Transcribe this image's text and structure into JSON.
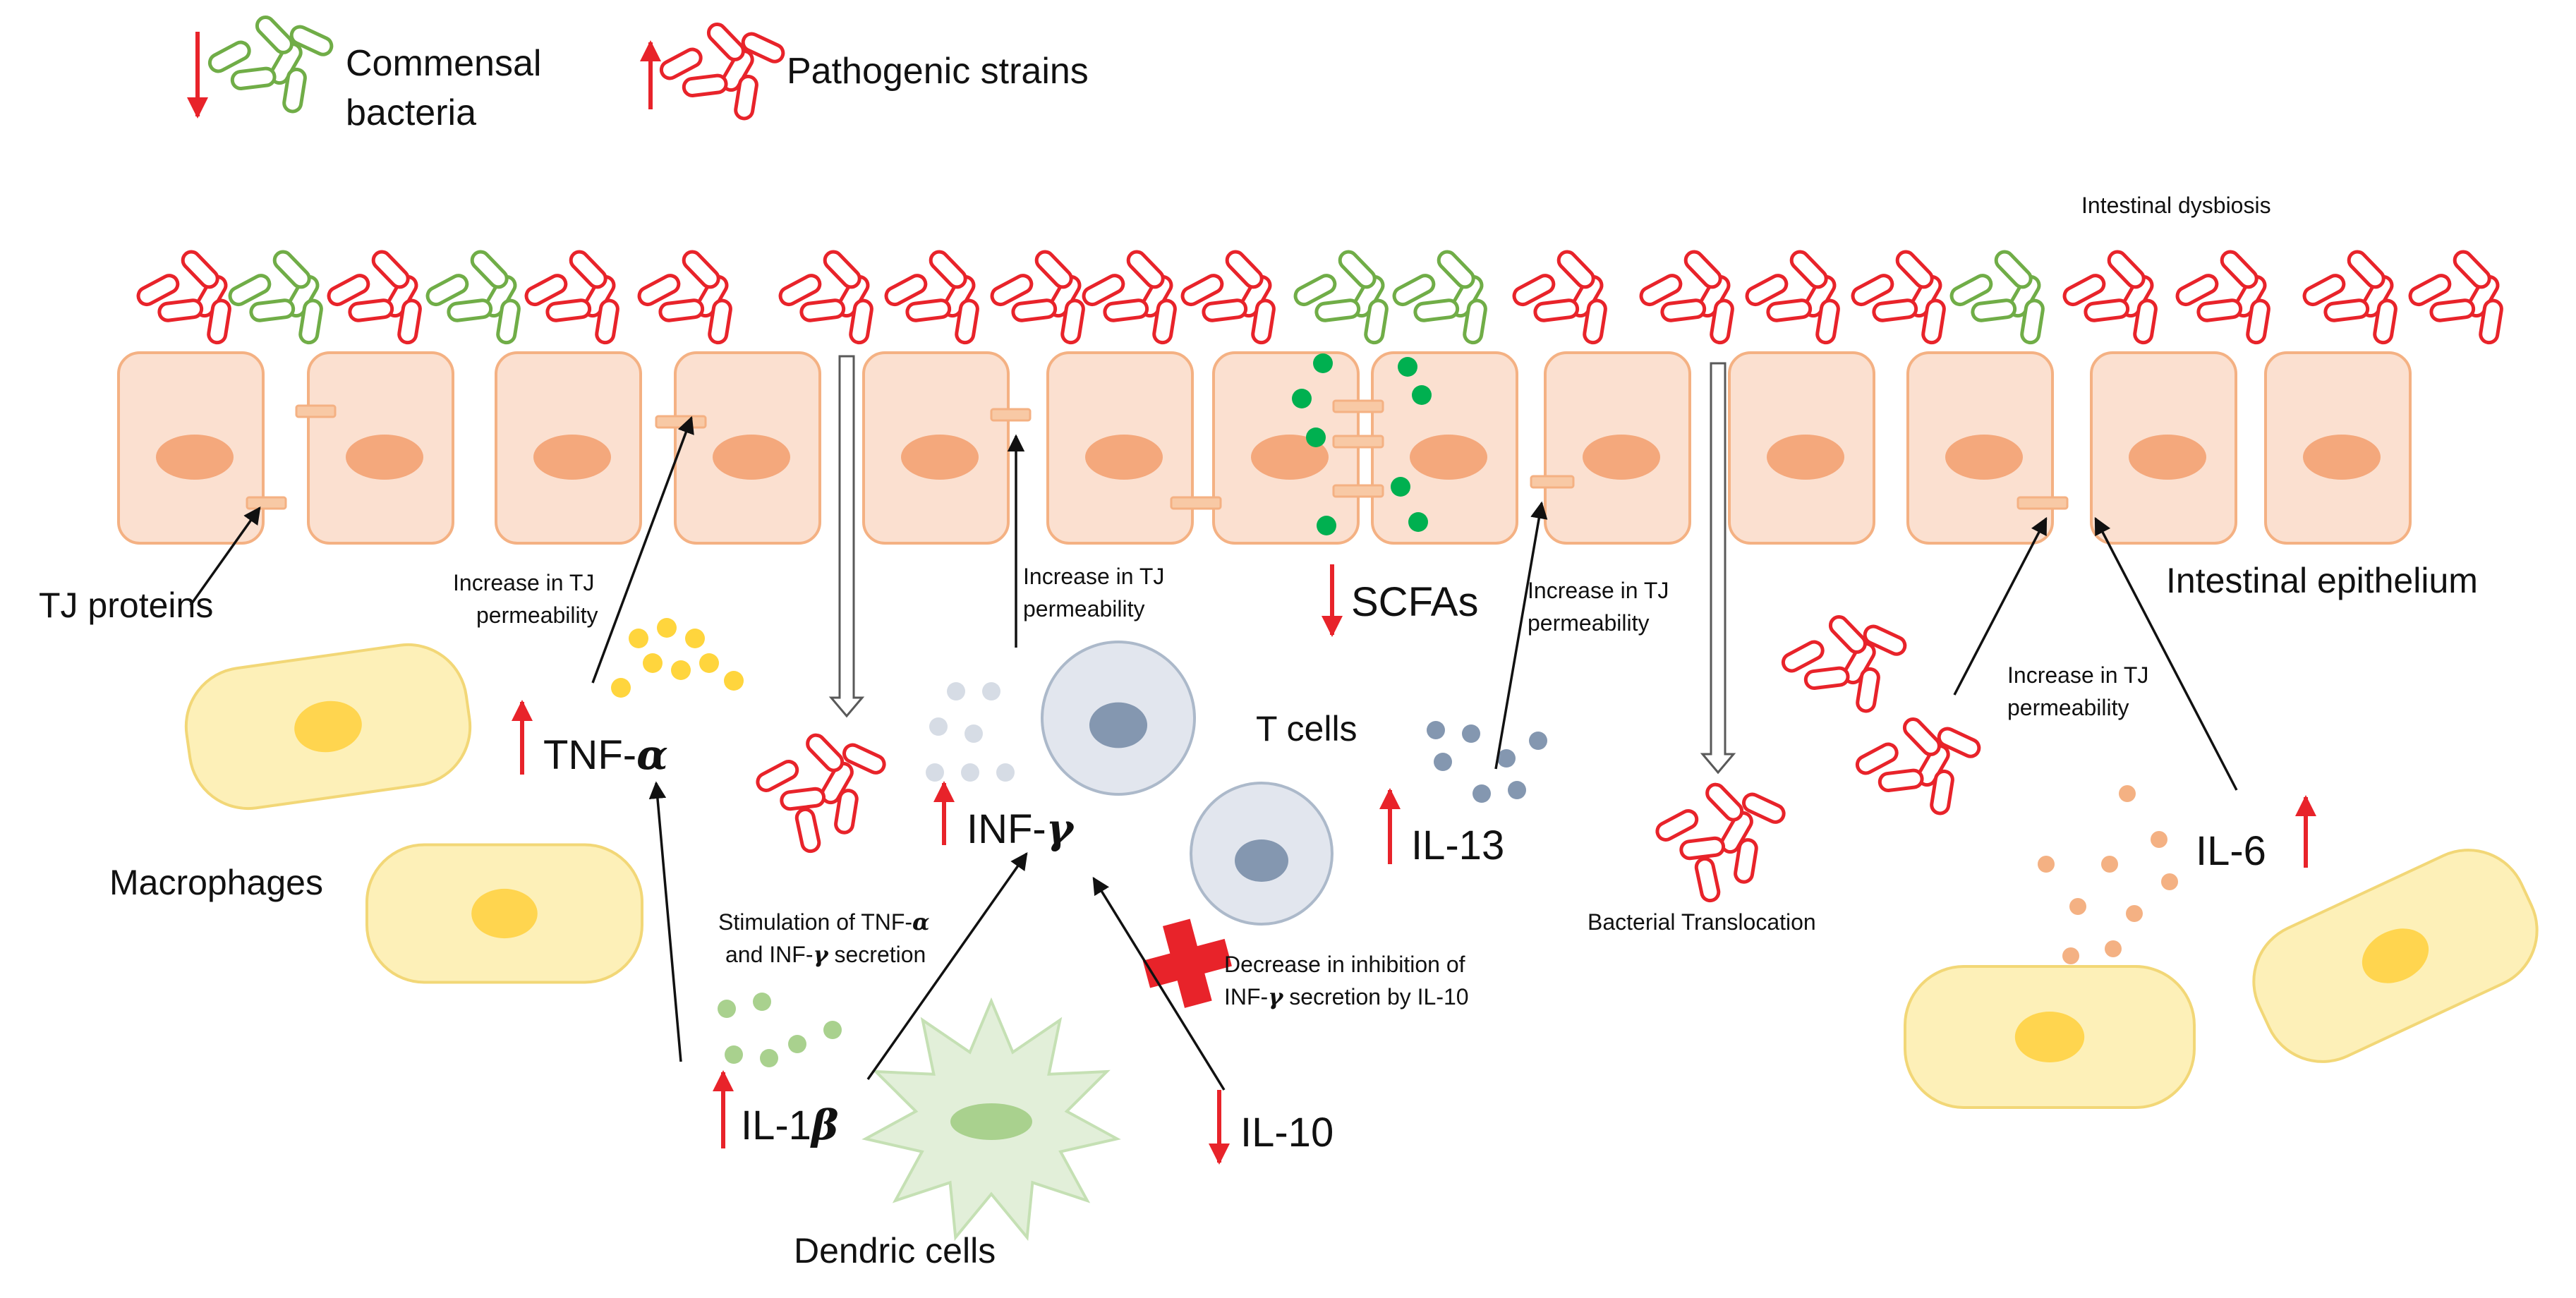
{
  "legend": {
    "commensal": "Commensal\nbacteria",
    "pathogenic": "Pathogenic strains"
  },
  "labels": {
    "dysbiosis": "Intestinal dysbiosis",
    "epithelium": "Intestinal epithelium",
    "tj_proteins": "TJ proteins",
    "macrophages": "Macrophages",
    "t_cells": "T cells",
    "dendritic": "Dendric cells",
    "scfas": "SCFAs",
    "translocation": "Bacterial Translocation",
    "tj_perm_1": "Increase in TJ\npermeability",
    "tj_perm_2": "Increase in TJ\npermeability",
    "tj_perm_3": "Increase in TJ\npermeability",
    "tj_perm_4": "Increase in TJ\npermeability",
    "stimulation_a": "Stimulation of TNF-",
    "stimulation_greek_a": "α",
    "stimulation_b": "and INF-",
    "stimulation_greek_b": "γ",
    "stimulation_c": " secretion",
    "decrease_a": "Decrease in inhibition of",
    "decrease_b": "INF-",
    "decrease_greek": "γ",
    "decrease_c": " secretion by IL-10"
  },
  "cytokines": {
    "tnf": {
      "text": "TNF-",
      "greek": "α",
      "trend": "up"
    },
    "inf": {
      "text": "INF-",
      "greek": "γ",
      "trend": "up"
    },
    "il1": {
      "text": "IL-1",
      "greek": "β",
      "trend": "up"
    },
    "il10": {
      "text": "IL-10",
      "greek": "",
      "trend": "down"
    },
    "il13": {
      "text": "IL-13",
      "greek": "",
      "trend": "up"
    },
    "il6": {
      "text": "IL-6",
      "greek": "",
      "trend": "up"
    },
    "scfa": {
      "trend": "down"
    }
  },
  "colors": {
    "pathogen": "#e8232a",
    "commensal": "#70ad47",
    "trend_arrow": "#e8232a",
    "cell_fill": "#fbe0d0",
    "cell_stroke": "#f4b183",
    "nucleus": "#f4a87c",
    "tj_protein": "#f8c9a5",
    "macrophage": "#fdf0b8",
    "macrophage_nucleus": "#ffd54f",
    "dendritic": "#e2efd9",
    "dendritic_nucleus": "#a9d18e",
    "tcell": "#e2e6ee",
    "tcell_nucleus": "#8497b0",
    "scfa_dot": "#00b050",
    "tnf_dot": "#ffd53d",
    "inf_dot": "#d6dce5",
    "il13_dot": "#8497b0",
    "il1_dot": "#a9d18e",
    "il6_dot": "#f4b183",
    "block_cross": "#e8232a"
  }
}
